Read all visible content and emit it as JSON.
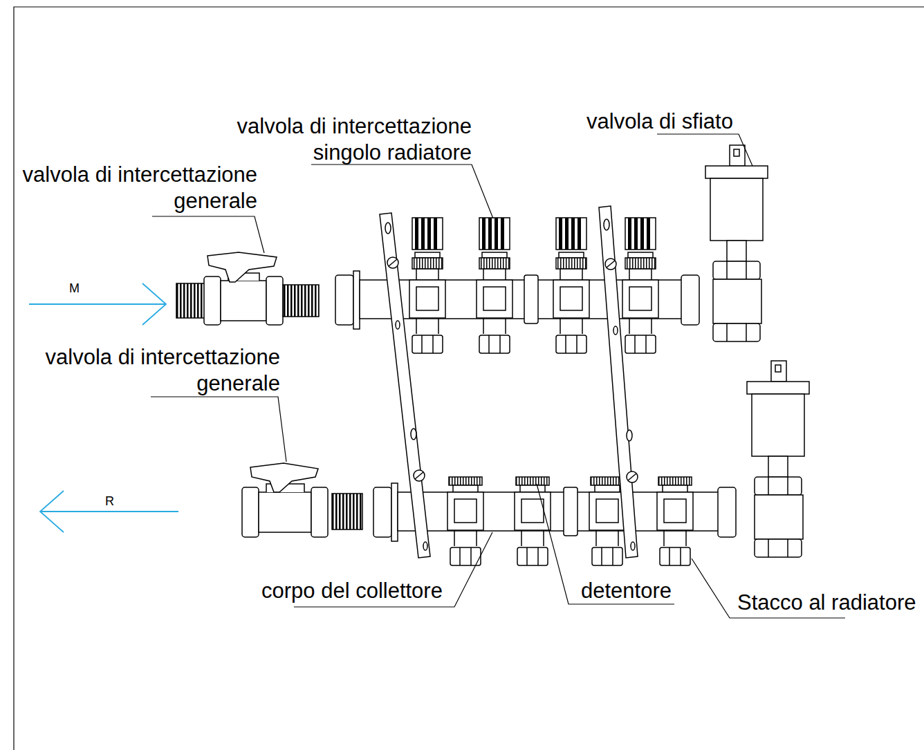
{
  "diagram": {
    "labels": [
      "valvola di intercettazione singolo radiatore",
      "valvola di sfiato",
      "valvola di intercettazione generale",
      "M",
      "valvola di intercettazione generale",
      "R",
      "corpo del collettore",
      "detentore",
      "Stacco al radiatore"
    ]
  }
}
